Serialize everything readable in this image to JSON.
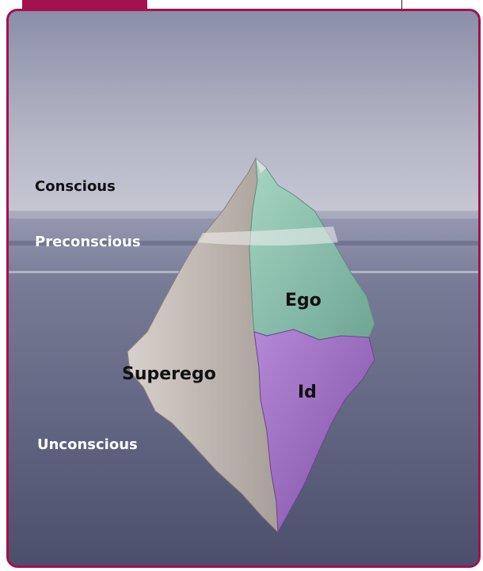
{
  "levels": {
    "conscious": "Conscious",
    "preconscious": "Preconscious",
    "unconscious": "Unconscious"
  },
  "parts": {
    "ego": "Ego",
    "superego": "Superego",
    "id": "Id"
  },
  "colors": {
    "frame": "#a3114f",
    "ego": "#7fb5a3",
    "id": "#9b6fc0",
    "superego": "#b4aaa4",
    "water": "#5d627e"
  }
}
